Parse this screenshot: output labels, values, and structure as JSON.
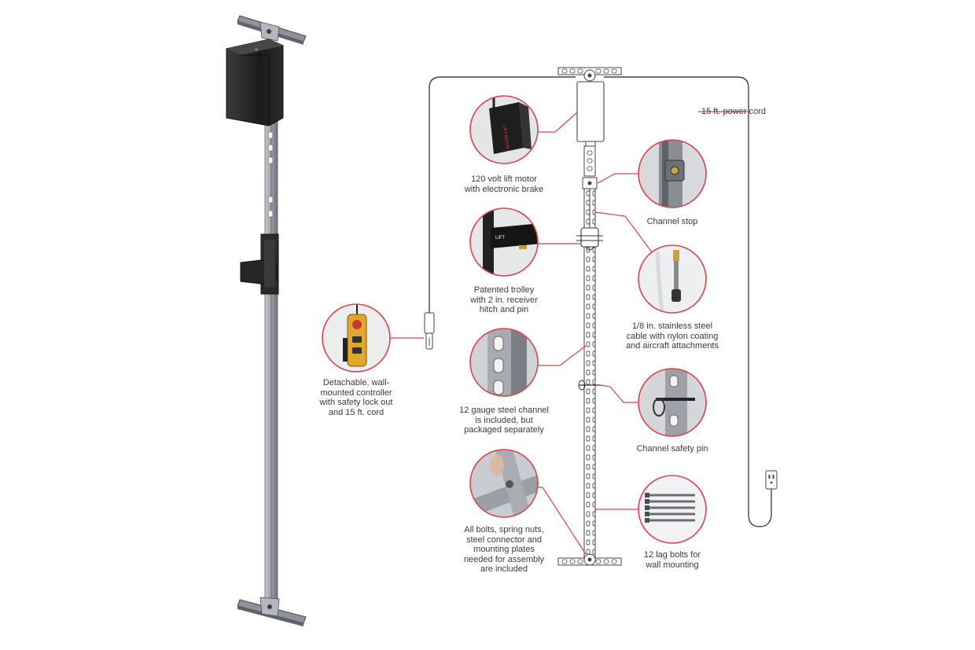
{
  "colors": {
    "accent_red": "#d8444c",
    "steel": "#8f939a",
    "steel_dark": "#55585e",
    "motor_black": "#1f1f1f",
    "label_text": "#3a3a3a"
  },
  "callouts": {
    "power_cord": "15 ft. power cord",
    "lift_motor": "120 volt lift motor\nwith electronic brake",
    "channel_stop": "Channel stop",
    "trolley": "Patented trolley\nwith 2 in. receiver\nhitch and pin",
    "cable": "1/8 in. stainless steel\ncable with nylon coating\nand aircraft attachments",
    "controller": "Detachable, wall-\nmounted controller\nwith safety lock out\nand 15 ft. cord",
    "steel_channel": "12 gauge steel channel\nis included, but\npackaged separately",
    "safety_pin": "Channel safety pin",
    "hardware": "All bolts, spring nuts,\nsteel connector and\nmounting plates\nneeded for assembly\nare included",
    "lag_bolts": "12 lag bolts for\nwall mounting"
  },
  "photo_icons": {
    "lift_motor": "motor-photo-icon",
    "channel_stop": "channel-stop-photo-icon",
    "trolley": "trolley-photo-icon",
    "cable": "cable-photo-icon",
    "controller": "controller-photo-icon",
    "steel_channel": "steel-channel-photo-icon",
    "safety_pin": "safety-pin-photo-icon",
    "hardware": "hardware-photo-icon",
    "lag_bolts": "lag-bolts-photo-icon"
  }
}
